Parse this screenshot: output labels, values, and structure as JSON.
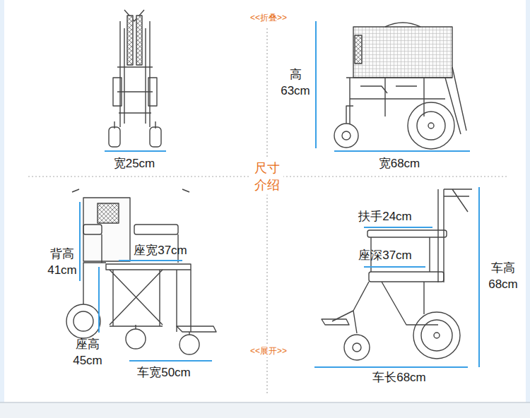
{
  "diagram": {
    "labels": [
      "<<折叠>>",
      "宽25cm",
      "高 63cm",
      "宽68cm",
      "尺寸 介绍",
      "背高 41cm",
      "座宽37cm",
      "座高 45cm",
      "车宽50cm",
      "扶手24cm",
      "座深37cm",
      "车高 68cm",
      "<<展开>>",
      "车长68cm"
    ]
  }
}
